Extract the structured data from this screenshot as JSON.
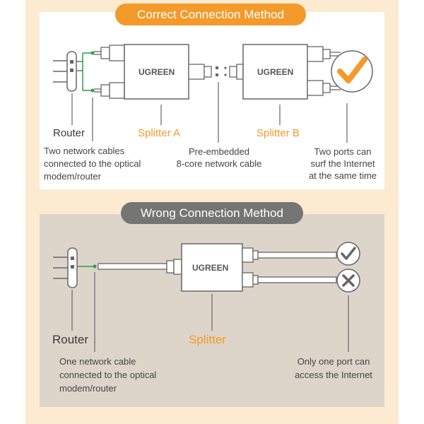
{
  "correct": {
    "title": "Correct Connection Method",
    "router_label": "Router",
    "router_note": [
      "Two network cables",
      "connected to the optical",
      "modem/router"
    ],
    "splitter_a": "Splitter A",
    "splitter_b": "Splitter B",
    "cable_note": [
      "Pre-embedded",
      "8-core network cable"
    ],
    "ports_note": [
      "Two ports can",
      "surf the Internet",
      "at the same time"
    ],
    "brand_a": "UGREEN",
    "brand_b": "UGREEN"
  },
  "wrong": {
    "title": "Wrong Connection Method",
    "router_label": "Router",
    "router_note": [
      "One network cable",
      "connected to the optical",
      "modem/router"
    ],
    "splitter": "Splitter",
    "ports_note": [
      "Only one port can",
      "access the Internet"
    ],
    "brand": "UGREEN"
  },
  "colors": {
    "accent": "#f39a2b",
    "gray_pill": "#757573",
    "green_dot": "#2e9c4a"
  }
}
